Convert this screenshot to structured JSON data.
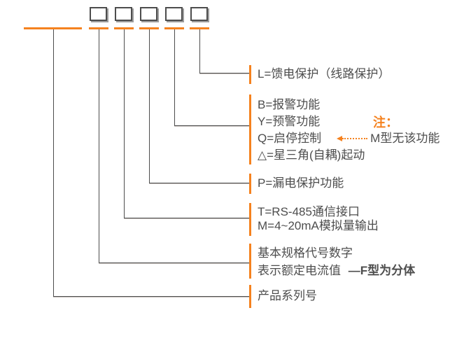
{
  "diagram": {
    "type": "model-number-legend",
    "box_count": 5,
    "colors": {
      "accent": "#F5821F",
      "line": "#4D4D4D",
      "text": "#4D4D4D"
    },
    "labels": {
      "l": "L=馈电保护（线路保护）",
      "b": "B=报警功能",
      "y": "Y=预警功能",
      "q": "Q=启停控制",
      "delta": "△=星三角(自耦)起动",
      "p": "P=漏电保护功能",
      "t": "T=RS-485通信接口",
      "m": "M=4~20mA模拟量输出",
      "spec_line1": "基本规格代号数字",
      "spec_line2": "表示额定电流值",
      "spec_line2_suffix": "—F型为分体",
      "series": "产品系列号"
    },
    "note": {
      "title": "注：",
      "text": "M型无该功能"
    }
  }
}
